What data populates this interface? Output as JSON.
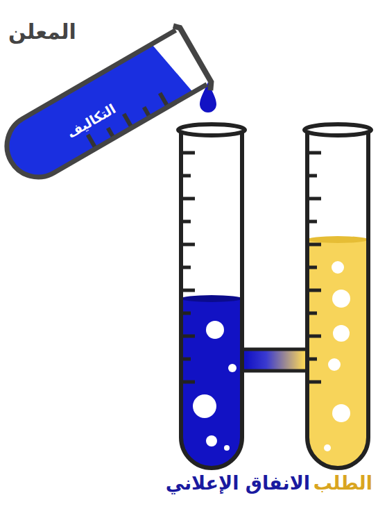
{
  "diagram": {
    "nodes": [
      {
        "text": [
          "المعلن",
          "التكاليف"
        ]
      },
      {
        "text": [
          "الانفاق الإعلاني"
        ]
      },
      {
        "text": [
          "الطلب"
        ]
      }
    ],
    "edges": [
      {
        "from": 1,
        "to": 2,
        "arrow": "none"
      }
    ]
  }
}
